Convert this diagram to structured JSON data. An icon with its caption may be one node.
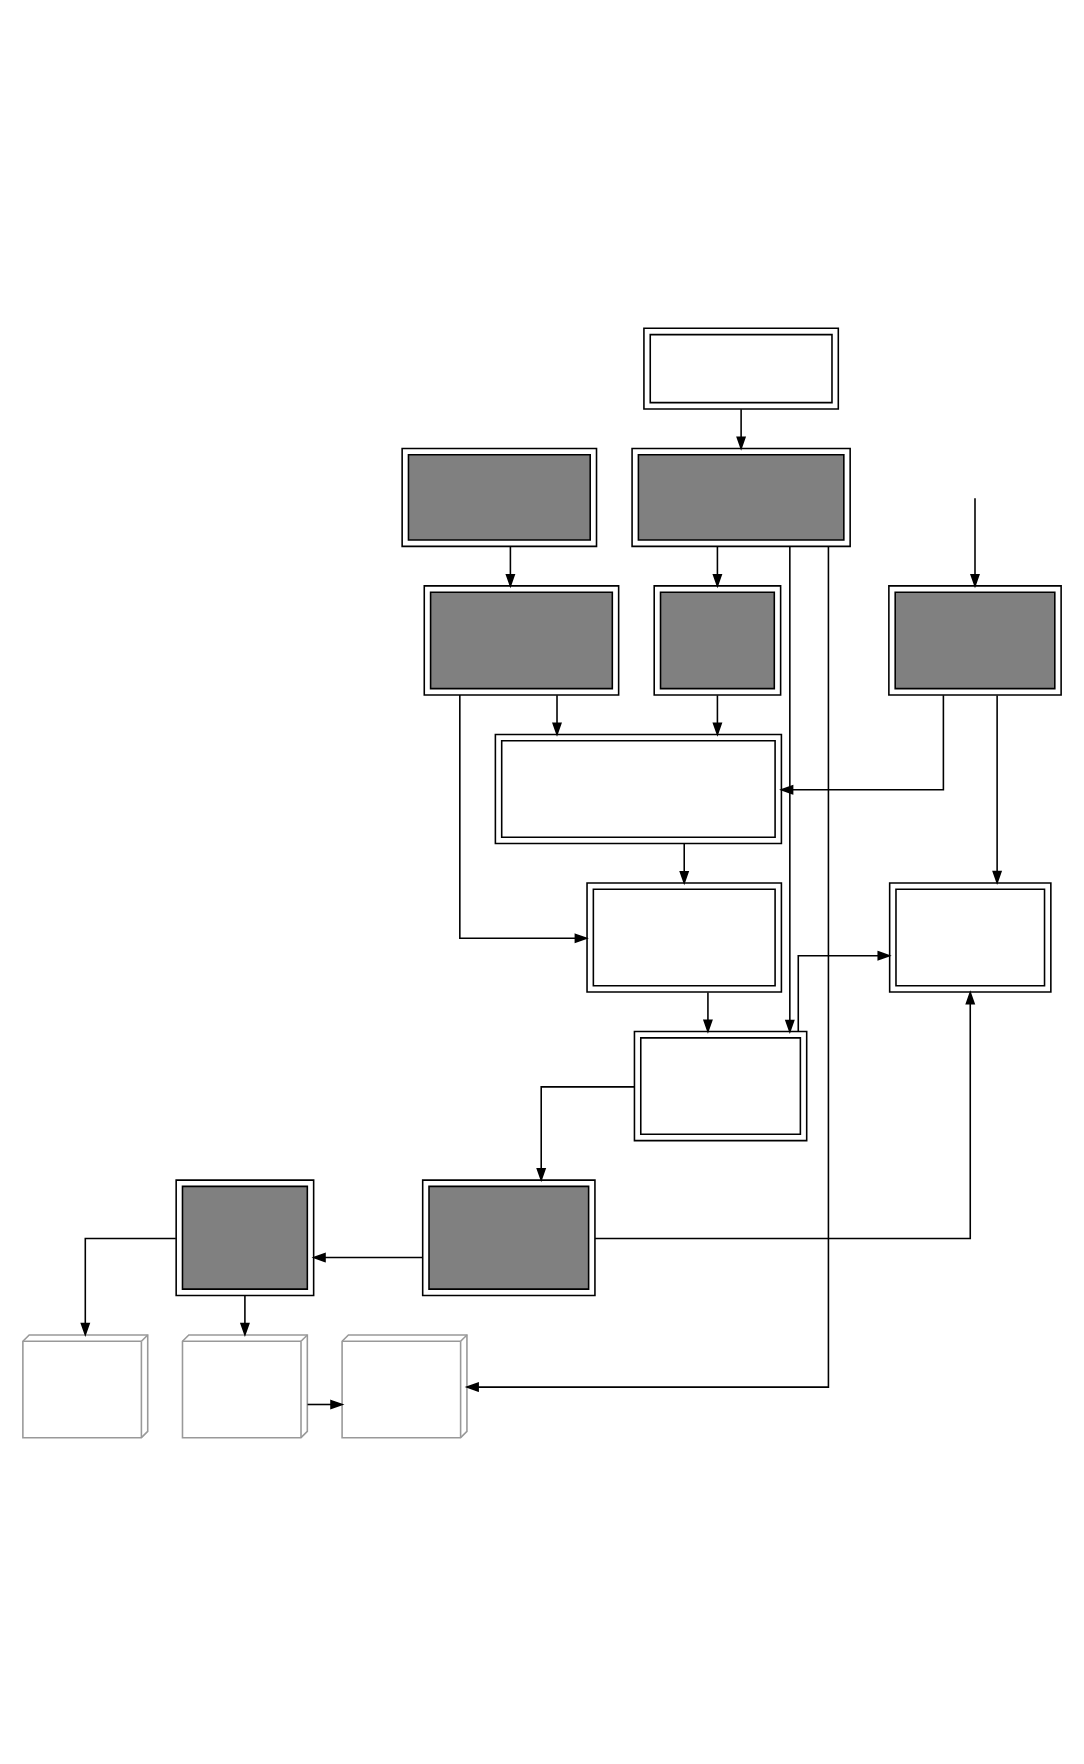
{
  "diagram": {
    "nodes": [
      {
        "text": [],
        "shape": "box"
      },
      {
        "text": [],
        "shape": "box"
      },
      {
        "text": [],
        "shape": "box"
      },
      {
        "text": [],
        "shape": "box"
      },
      {
        "text": [],
        "shape": "box"
      },
      {
        "text": [],
        "shape": "box"
      },
      {
        "text": [],
        "shape": "box"
      },
      {
        "text": [],
        "shape": "box"
      },
      {
        "text": [],
        "shape": "box"
      },
      {
        "text": [],
        "shape": "box"
      },
      {
        "text": [],
        "shape": "box"
      },
      {
        "text": [],
        "shape": "box"
      },
      {
        "text": [],
        "shape": "cube"
      },
      {
        "text": [],
        "shape": "cube"
      },
      {
        "text": [],
        "shape": "cube"
      }
    ],
    "edges": [
      {
        "from": 0,
        "to": 2,
        "arrow": "to"
      },
      {
        "from": 1,
        "to": 3,
        "arrow": "to"
      },
      {
        "from": 2,
        "to": 4,
        "arrow": "to"
      },
      {
        "from": null,
        "to": 5,
        "arrow": "to"
      },
      {
        "from": 2,
        "to": 9,
        "arrow": "to"
      },
      {
        "from": 2,
        "to": 14,
        "arrow": "to"
      },
      {
        "from": 3,
        "to": 6,
        "arrow": "to"
      },
      {
        "from": 3,
        "to": 7,
        "arrow": "to"
      },
      {
        "from": 4,
        "to": 6,
        "arrow": "to"
      },
      {
        "from": 5,
        "to": 6,
        "arrow": "to"
      },
      {
        "from": 5,
        "to": 8,
        "arrow": "to"
      },
      {
        "from": 6,
        "to": 7,
        "arrow": "to"
      },
      {
        "from": 7,
        "to": 9,
        "arrow": "to"
      },
      {
        "from": 9,
        "to": 8,
        "arrow": "to"
      },
      {
        "from": 9,
        "to": 11,
        "arrow": "to"
      },
      {
        "from": 11,
        "to": 8,
        "arrow": "to"
      },
      {
        "from": 11,
        "to": 10,
        "arrow": "to"
      },
      {
        "from": 10,
        "to": 12,
        "arrow": "to"
      },
      {
        "from": 10,
        "to": 13,
        "arrow": "to"
      },
      {
        "from": 13,
        "to": 14,
        "arrow": "to"
      }
    ]
  }
}
